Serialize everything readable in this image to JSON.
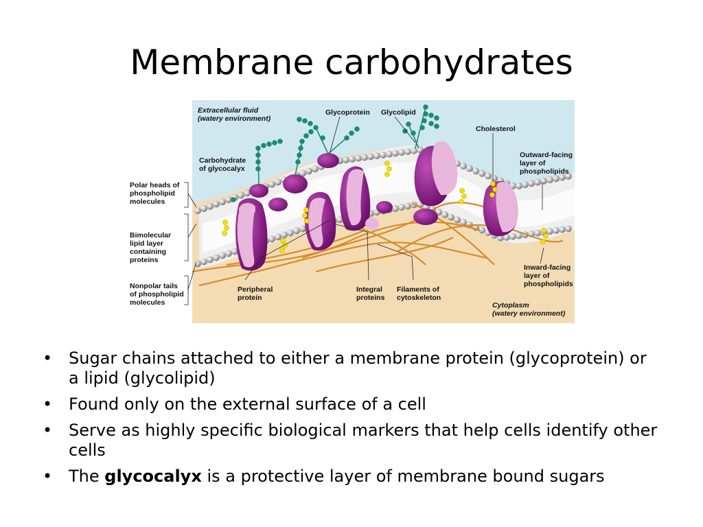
{
  "slide": {
    "title": "Membrane carbohydrates"
  },
  "figure": {
    "labels": {
      "extracellular": "Extracellular fluid\n(watery environment)",
      "glycoprotein": "Glycoprotein",
      "glycolipid": "Glycolipid",
      "cholesterol": "Cholesterol",
      "carbohydrate": "Carbohydrate\nof glycocalyx",
      "outward": "Outward-facing\nlayer of\nphospholipids",
      "polar": "Polar heads of\nphospholipid\nmolecules",
      "bimolecular": "Bimolecular\nlipid layer\ncontaining\nproteins",
      "nonpolar": "Nonpolar tails\nof phospholipid\nmolecules",
      "peripheral": "Peripheral\nprotein",
      "integral": "Integral\nproteins",
      "filaments": "Filaments of\ncytoskeleton",
      "inward": "Inward-facing\nlayer of\nphospholipids",
      "cytoplasm": "Cytoplasm\n(watery environment)"
    },
    "colors": {
      "extracellular_bg": "#cfe8ef",
      "cytoplasm_bg": "#f3dcb3",
      "protein_dark": "#8b1a86",
      "protein_light": "#e8b6dc",
      "head": "#b9b9b9",
      "sugar": "#1f8a6e",
      "cholesterol": "#f2e200",
      "filament": "#d98a2a"
    }
  },
  "bullets": [
    {
      "text": "Sugar chains attached to either a membrane protein (glycoprotein) or a lipid (glycolipid)"
    },
    {
      "text": "Found only on the external surface of a cell"
    },
    {
      "text": "Serve as highly specific biological markers that help cells identify other cells"
    },
    {
      "prefix": "The ",
      "bold": "glycocalyx",
      "suffix": " is a protective layer of membrane bound sugars"
    }
  ],
  "bullet_glyph": "•"
}
